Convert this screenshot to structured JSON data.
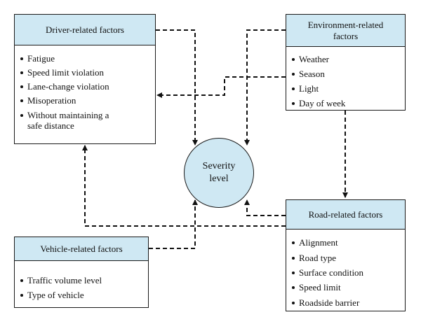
{
  "driver": {
    "title": "Driver-related factors",
    "items": [
      "Fatigue",
      "Speed limit violation",
      "Lane-change violation",
      "Misoperation",
      "Without maintaining a safe distance"
    ]
  },
  "environment": {
    "title": "Environment-related factors",
    "items": [
      "Weather",
      "Season",
      "Light",
      "Day of week"
    ]
  },
  "center": {
    "label": "Severity level"
  },
  "road": {
    "title": "Road-related factors",
    "items": [
      "Alignment",
      "Road type",
      "Surface condition",
      "Speed limit",
      "Roadside barrier"
    ]
  },
  "vehicle": {
    "title": "Vehicle-related factors",
    "items": [
      "Traffic volume level",
      "Type of vehicle"
    ]
  }
}
